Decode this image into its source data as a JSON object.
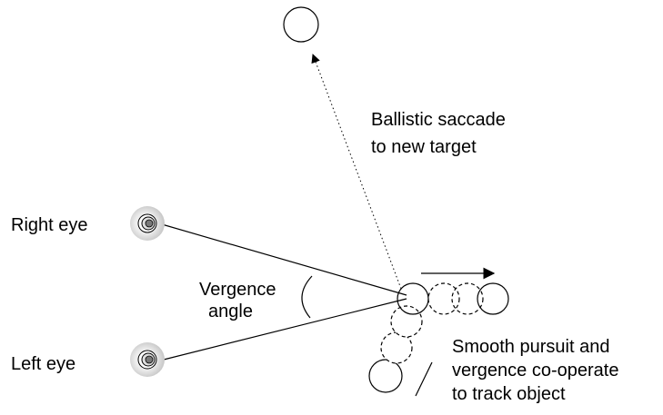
{
  "labels": {
    "right_eye": "Right eye",
    "left_eye": "Left eye",
    "vergence": [
      "Vergence",
      "angle"
    ],
    "saccade": [
      "Ballistic saccade",
      "to new target"
    ],
    "pursuit": [
      "Smooth pursuit and",
      "vergence co-operate",
      "to track object"
    ]
  },
  "icons": [
    "eye-icon",
    "target-circle-icon",
    "arrow-icon"
  ],
  "colors": {
    "stroke": "#000000",
    "eye_shade": "#d6d6d6",
    "background": "#ffffff"
  }
}
